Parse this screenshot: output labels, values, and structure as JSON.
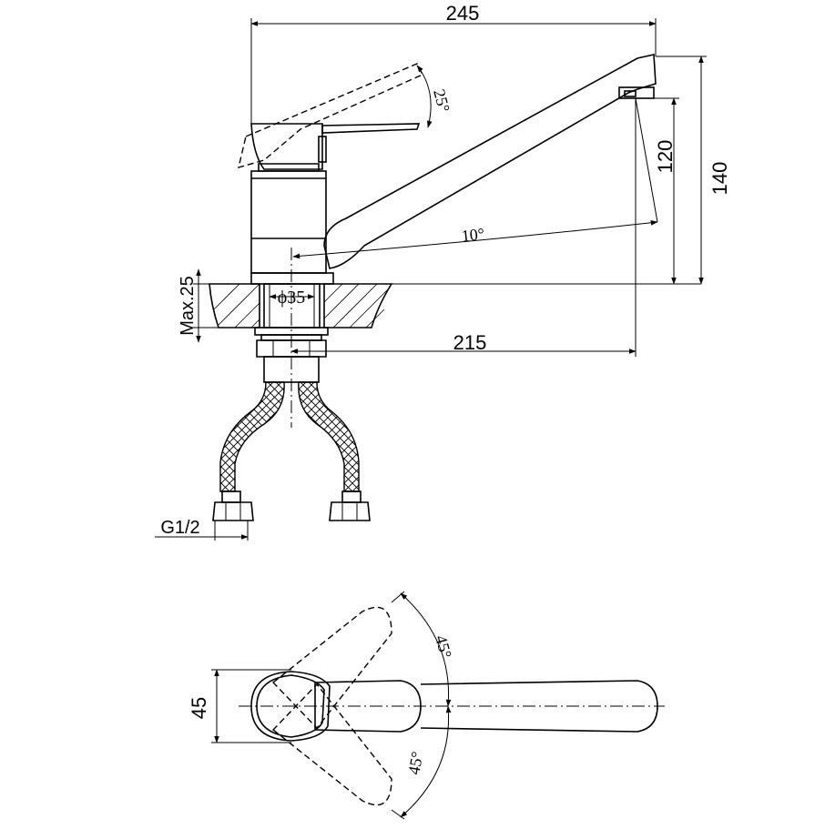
{
  "dimensions": {
    "width_245": "245",
    "height_140": "140",
    "height_120": "120",
    "reach_215": "215",
    "diameter_35": "ϕ35",
    "max_25": "Max.25",
    "thread": "G1/2",
    "width_45": "45"
  },
  "angles": {
    "lever_tilt": "25°",
    "spout_tilt": "10°",
    "swivel_upper": "45°",
    "swivel_lower": "45°"
  },
  "colors": {
    "line": "#000000",
    "background": "#ffffff"
  }
}
